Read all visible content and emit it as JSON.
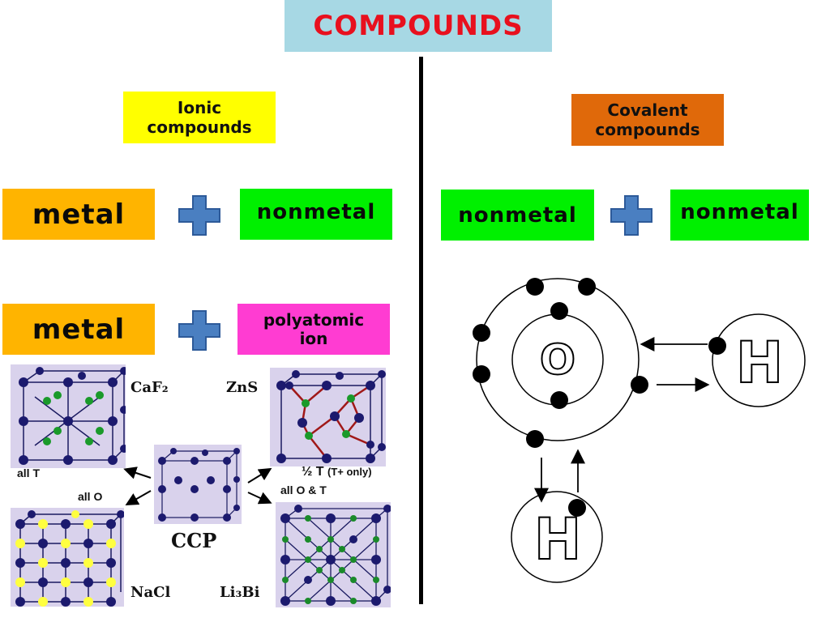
{
  "title": "COMPOUNDS",
  "ionic_header": "Ionic compounds",
  "covalent_header": "Covalent compounds",
  "ionic": {
    "row1": {
      "left": "metal",
      "right": "nonmetal"
    },
    "row2": {
      "left": "metal",
      "right": "polyatomic ion"
    }
  },
  "covalent": {
    "row1": {
      "left": "nonmetal",
      "right": "nonmetal"
    }
  },
  "crystals": {
    "caf2": "CaF₂",
    "zns": "ZnS",
    "ccp": "CCP",
    "nacl": "NaCl",
    "li3bi": "Li₃Bi",
    "all_t": "all T",
    "all_o": "all O",
    "half_t": "½ T",
    "t_plus_only": "(T+ only)",
    "all_o_t": "all O & T"
  },
  "water_diagram": {
    "oxygen": "O",
    "hydrogen_right": "H",
    "hydrogen_bottom": "H"
  },
  "colors": {
    "title_bg": "#a7d8e4",
    "title_text": "#e8101e",
    "ionic_bg": "#ffff00",
    "covalent_bg": "#e0690a",
    "metal_bg": "#ffb400",
    "nonmetal_bg": "#00f000",
    "polyatomic_bg": "#ff3cd2",
    "plus": "#4a7fc1"
  }
}
